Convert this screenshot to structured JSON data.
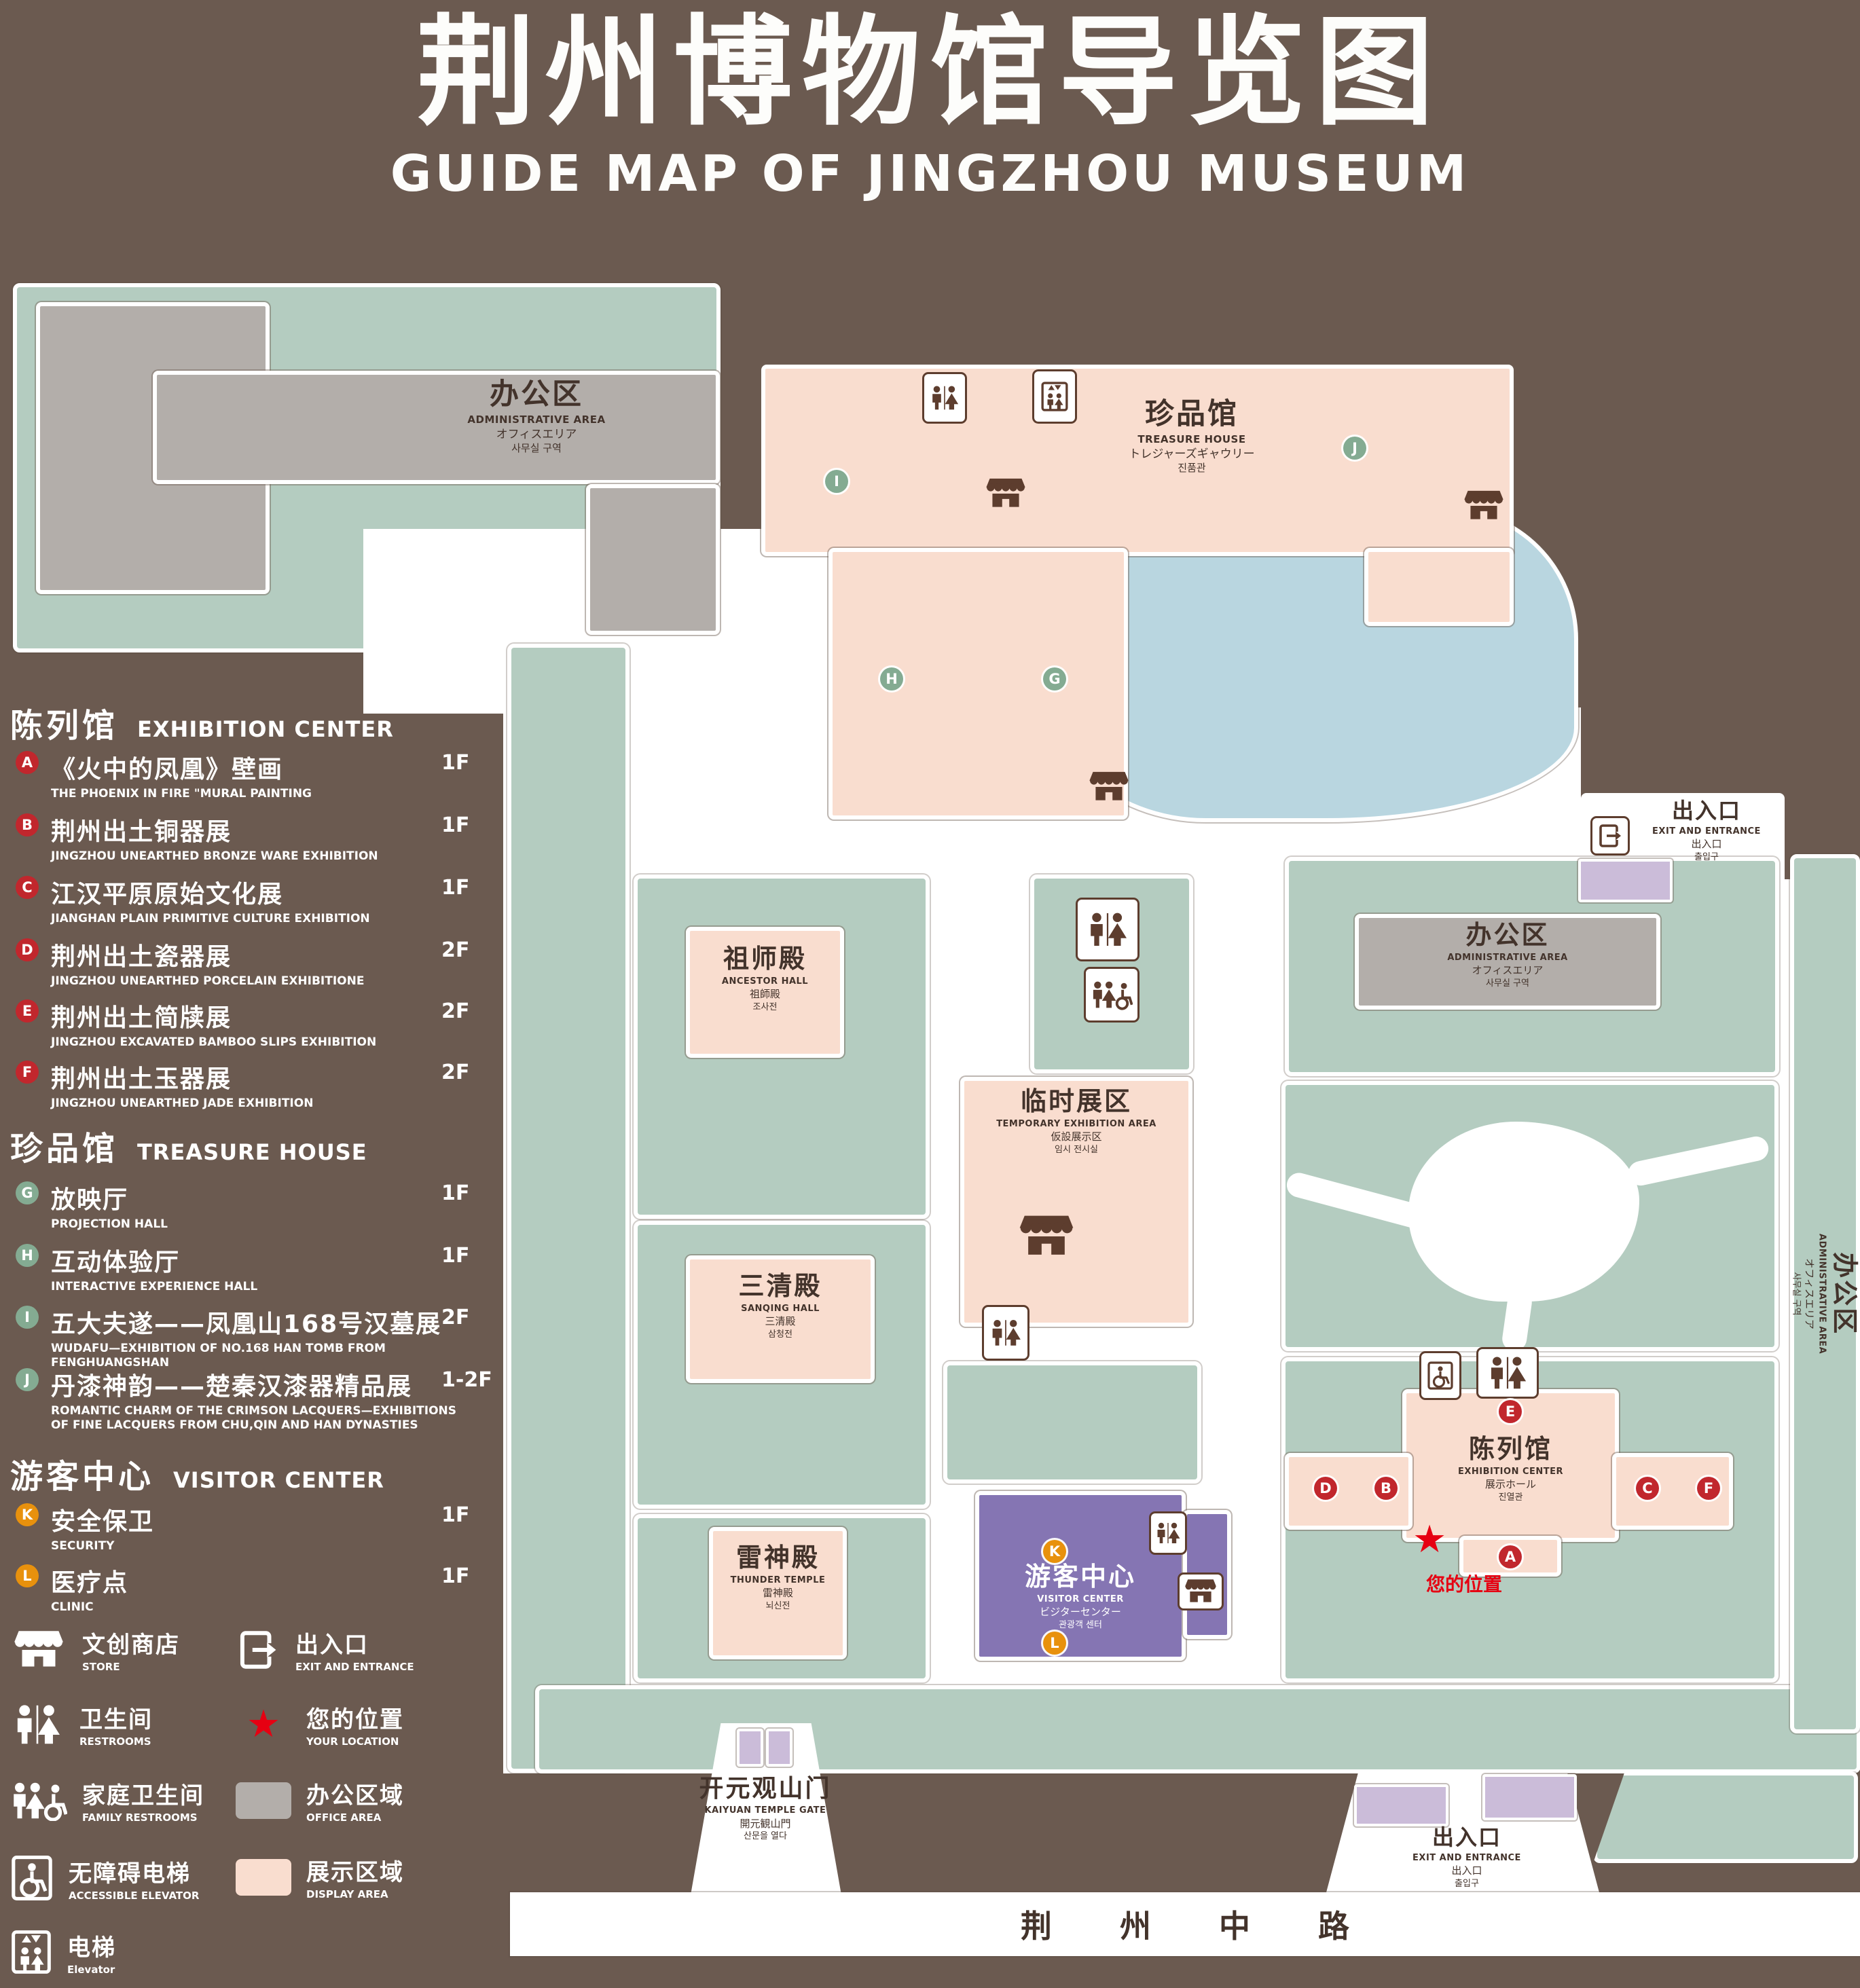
{
  "title": {
    "zh": "荆州博物馆导览图",
    "en": "GUIDE MAP OF JINGZHOU MUSEUM"
  },
  "colors": {
    "background": "#6b5a50",
    "lawn_green": "#b4ccc0",
    "display_pink": "#f9ddcf",
    "office_gray": "#b3aeaa",
    "visitor_purple": "#8575b3",
    "entrance_purple": "#cbbcd9",
    "water_blue": "#b9d6e0",
    "marker_red": "#c1272d",
    "marker_green": "#84ab92",
    "marker_orange": "#e8910d",
    "location_red": "#e60012"
  },
  "icons": {
    "star": "★"
  },
  "legend": {
    "sections": [
      {
        "zh": "陈列馆",
        "en": "EXHIBITION CENTER",
        "items": [
          {
            "letter": "A",
            "zh": "《火中的凤凰》壁画",
            "en": "THE PHOENIX IN FIRE \"MURAL PAINTING",
            "floor": "1F"
          },
          {
            "letter": "B",
            "zh": "荆州出土铜器展",
            "en": "JINGZHOU UNEARTHED BRONZE WARE EXHIBITION",
            "floor": "1F"
          },
          {
            "letter": "C",
            "zh": "江汉平原原始文化展",
            "en": "JIANGHAN PLAIN PRIMITIVE CULTURE EXHIBITION",
            "floor": "1F"
          },
          {
            "letter": "D",
            "zh": "荆州出土瓷器展",
            "en": "JINGZHOU UNEARTHED PORCELAIN EXHIBITIONE",
            "floor": "2F"
          },
          {
            "letter": "E",
            "zh": "荆州出土简牍展",
            "en": "JINGZHOU EXCAVATED BAMBOO SLIPS EXHIBITION",
            "floor": "2F"
          },
          {
            "letter": "F",
            "zh": "荆州出土玉器展",
            "en": "JINGZHOU UNEARTHED JADE EXHIBITION",
            "floor": "2F"
          }
        ]
      },
      {
        "zh": "珍品馆",
        "en": "TREASURE HOUSE",
        "items": [
          {
            "letter": "G",
            "zh": "放映厅",
            "en": "PROJECTION HALL",
            "floor": "1F"
          },
          {
            "letter": "H",
            "zh": "互动体验厅",
            "en": "INTERACTIVE EXPERIENCE HALL",
            "floor": "1F"
          },
          {
            "letter": "I",
            "zh": "五大夫遂——凤凰山168号汉墓展",
            "en": "WUDAFU—EXHIBITION OF NO.168 HAN TOMB FROM FENGHUANGSHAN",
            "floor": "2F"
          },
          {
            "letter": "J",
            "zh": "丹漆神韵——楚秦汉漆器精品展",
            "en": "ROMANTIC CHARM OF THE CRIMSON LACQUERS—EXHIBITIONS OF FINE LACQUERS FROM CHU,QIN AND HAN DYNASTIES",
            "floor": "1-2F"
          }
        ]
      },
      {
        "zh": "游客中心",
        "en": "VISITOR CENTER",
        "items": [
          {
            "letter": "K",
            "zh": "安全保卫",
            "en": "SECURITY",
            "floor": "1F"
          },
          {
            "letter": "L",
            "zh": "医疗点",
            "en": "CLINIC",
            "floor": "1F"
          }
        ]
      }
    ],
    "symbols": [
      {
        "zh": "文创商店",
        "en": "STORE"
      },
      {
        "zh": "出入口",
        "en": "EXIT AND ENTRANCE"
      },
      {
        "zh": "卫生间",
        "en": "RESTROOMS"
      },
      {
        "zh": "您的位置",
        "en": "YOUR LOCATION"
      },
      {
        "zh": "家庭卫生间",
        "en": "FAMILY RESTROOMS"
      },
      {
        "zh": "办公区域",
        "en": "OFFICE AREA"
      },
      {
        "zh": "无障碍电梯",
        "en": "ACCESSIBLE ELEVATOR"
      },
      {
        "zh": "展示区域",
        "en": "DISPLAY AREA"
      },
      {
        "zh": "电梯",
        "en": "Elevator"
      }
    ]
  },
  "map": {
    "marker_letters": [
      "A",
      "B",
      "C",
      "D",
      "E",
      "F",
      "G",
      "H",
      "I",
      "J",
      "K",
      "L"
    ],
    "buildings": {
      "admin": {
        "zh": "办公区",
        "en": "ADMINISTRATIVE AREA",
        "ja": "オフィスエリア",
        "ko": "사무실 구역"
      },
      "treasure": {
        "zh": "珍品馆",
        "en": "TREASURE HOUSE",
        "ja": "トレジャーズギャウリー",
        "ko": "진품관"
      },
      "ancestor": {
        "zh": "祖师殿",
        "en": "ANCESTOR HALL",
        "ja": "祖師殿",
        "ko": "조사전"
      },
      "temporary": {
        "zh": "临时展区",
        "en": "TEMPORARY EXHIBITION AREA",
        "ja": "仮設展示区",
        "ko": "임시 전시실"
      },
      "sanqing": {
        "zh": "三清殿",
        "en": "SANQING HALL",
        "ja": "三清殿",
        "ko": "삼청전"
      },
      "thunder": {
        "zh": "雷神殿",
        "en": "THUNDER TEMPLE",
        "ja": "雷神殿",
        "ko": "뇌신전"
      },
      "visitor": {
        "zh": "游客中心",
        "en": "VISITOR CENTER",
        "ja": "ビジターセンター",
        "ko": "관광객 센터"
      },
      "exhibition": {
        "zh": "陈列馆",
        "en": "EXHIBITION CENTER",
        "ja": "展示ホール",
        "ko": "진열관"
      }
    },
    "labels": {
      "entrance": {
        "zh": "出入口",
        "en": "EXIT AND ENTRANCE",
        "ja": "出入口",
        "ko": "출입구"
      },
      "gate": {
        "zh": "开元观山门",
        "en": "KAIYUAN TEMPLE GATE",
        "ja": "開元観山門",
        "ko": "산문을 열다"
      },
      "road": "荆 州 中 路",
      "your_location": "您的位置"
    }
  }
}
